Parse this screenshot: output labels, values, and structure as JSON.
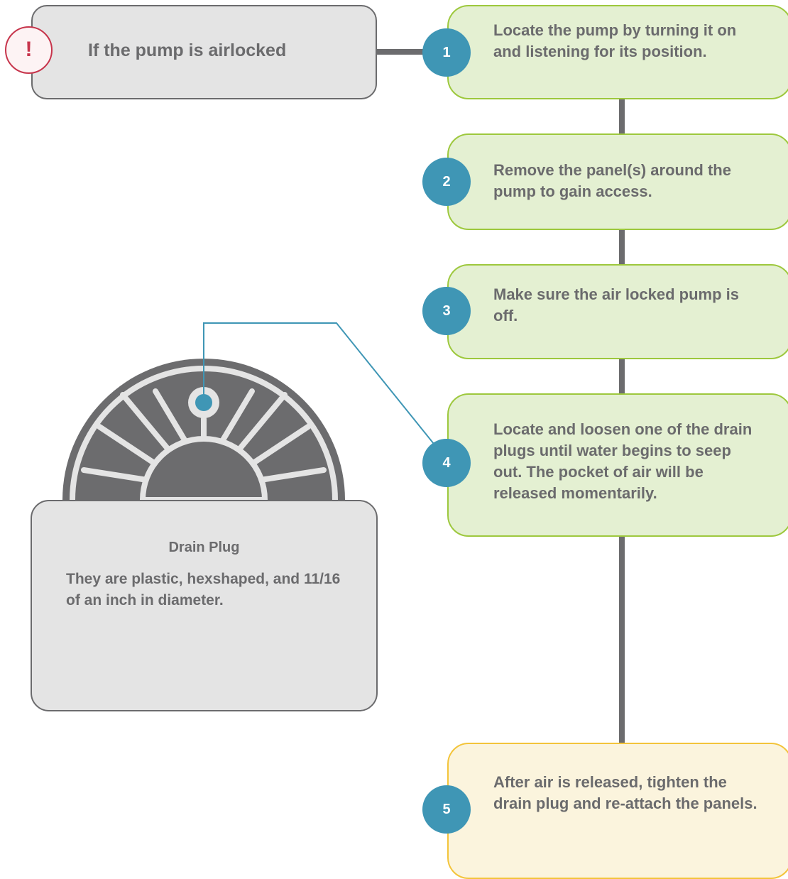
{
  "header": {
    "icon": "exclamation-icon",
    "icon_glyph": "!",
    "title": "If the pump is airlocked",
    "alert_color": "#c7354c"
  },
  "steps": [
    {
      "number": "1",
      "text": "Locate the pump by turning it on and listening for its position."
    },
    {
      "number": "2",
      "text": "Remove the panel(s) around the pump to gain access."
    },
    {
      "number": "3",
      "text": "Make sure the air locked pump is off."
    },
    {
      "number": "4",
      "text": "Locate and loosen one of the drain plugs until water begins to seep out. The pocket of air will be released momentarily."
    },
    {
      "number": "5",
      "text": "After air is released, tighten the drain plug and re-attach the panels."
    }
  ],
  "drain_plug": {
    "title": "Drain Plug",
    "description": "They are plastic, hexshaped, and 11/16 of an inch in diameter."
  },
  "colors": {
    "step_fill": "#e4f0d2",
    "step_border": "#9dc83d",
    "final_step_fill": "#fbf4dd",
    "final_step_border": "#f3c43a",
    "number_badge": "#3f96b5",
    "connector": "#6c6c6e",
    "callout_line": "#3f96b5"
  }
}
